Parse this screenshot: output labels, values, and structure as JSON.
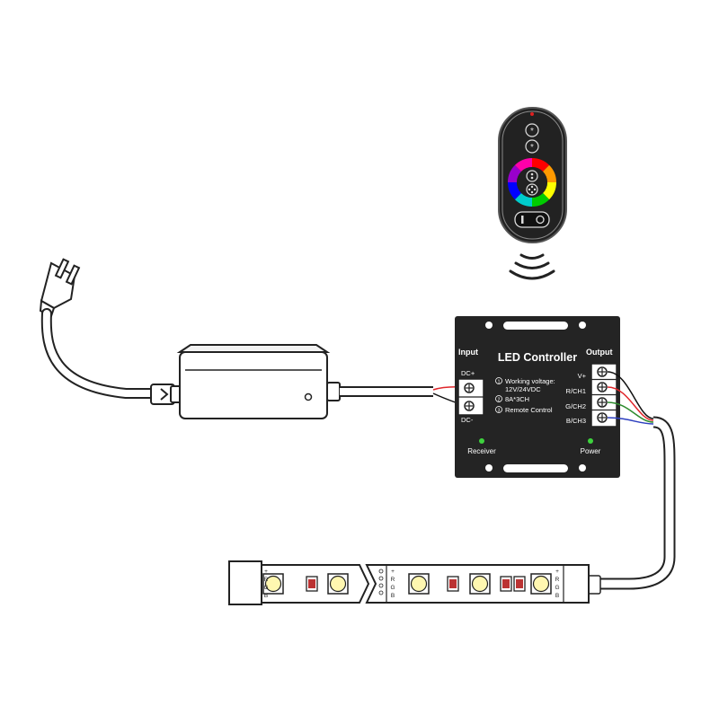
{
  "controller": {
    "title": "LED Controller",
    "input_heading": "Input",
    "output_heading": "Output",
    "input_terminals": [
      "DC+",
      "DC-"
    ],
    "output_terminals": [
      "V+",
      "R/CH1",
      "G/CH2",
      "B/CH3"
    ],
    "specs": [
      {
        "num": "1",
        "lines": [
          "Working voltage:",
          "12V/24VDC"
        ]
      },
      {
        "num": "2",
        "lines": [
          "8A*3CH"
        ]
      },
      {
        "num": "3",
        "lines": [
          "Remote Control"
        ]
      }
    ],
    "receiver_label": "Receiver",
    "power_label": "Power",
    "led_color": "#3ed23e",
    "body_color": "#242424"
  },
  "strip": {
    "channel_labels_left": [
      "+",
      "R",
      "G",
      "B"
    ],
    "channel_labels_right": [
      "+",
      "R",
      "G",
      "B"
    ],
    "led_color": "#fff7b0"
  },
  "wires": {
    "colors": {
      "black": "#111111",
      "red": "#e0262b",
      "green": "#2e8b2e",
      "blue": "#2d3fbf"
    }
  },
  "remote": {
    "wheel_colors": [
      "#ff0000",
      "#ff9900",
      "#ffff00",
      "#00cc00",
      "#00cccc",
      "#0000ff",
      "#9900cc",
      "#ff00aa"
    ],
    "power_toggle_label": "I  O"
  }
}
